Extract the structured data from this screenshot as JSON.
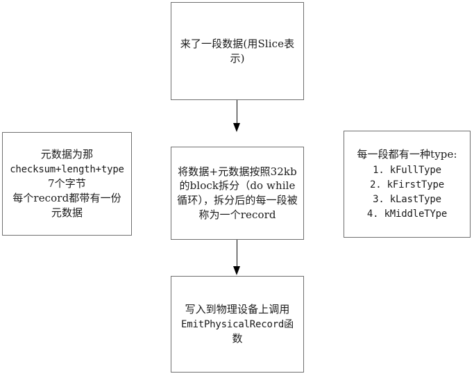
{
  "diagram": {
    "title": "LevelDB WAL record writing flow",
    "background_color": "#ffffff",
    "border_color": "#6e6e6e",
    "arrow_color": "#000000",
    "nodes": {
      "input": {
        "text": "来了一段数据(用Slice表示)"
      },
      "metadata": {
        "line1": "元数据为那",
        "line2": "checksum+length+type",
        "line3": "7个字节",
        "line4": "每个record都带有一份",
        "line5": "元数据"
      },
      "split": {
        "text": "将数据+元数据按照32kb的block拆分（do while循环），拆分后的每一段被称为一个record"
      },
      "types": {
        "header": "每一段都有一种type:",
        "items": [
          "1.  kFullType",
          "2.  kFirstType",
          "3.  kLastType",
          "4.  kMiddleTYpe"
        ]
      },
      "emit": {
        "line1": "写入到物理设备上调用",
        "line2": "EmitPhysicalRecord函",
        "line3": "数"
      }
    },
    "arrows": [
      {
        "name": "input-to-split",
        "from": "input",
        "to": "split"
      },
      {
        "name": "split-to-emit",
        "from": "split",
        "to": "emit"
      }
    ]
  }
}
